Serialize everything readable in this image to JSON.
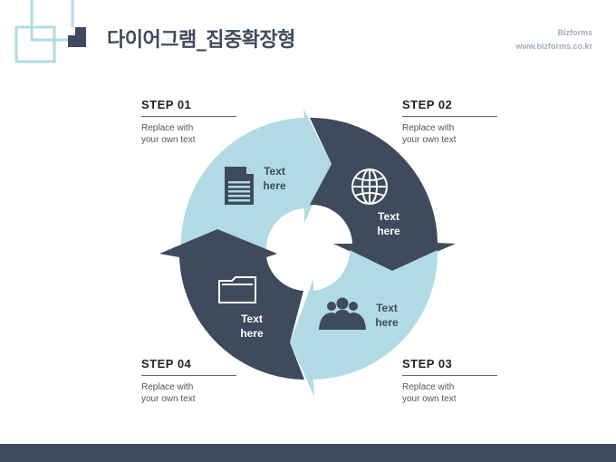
{
  "header": {
    "title": "다이어그램_집중확장형",
    "brand_name": "Bizforms",
    "brand_url": "www.bizforms.co.kr"
  },
  "steps": [
    {
      "title": "STEP  01",
      "desc_line1": "Replace with",
      "desc_line2": "your own text"
    },
    {
      "title": "STEP  02",
      "desc_line1": "Replace with",
      "desc_line2": "your own text"
    },
    {
      "title": "STEP  03",
      "desc_line1": "Replace with",
      "desc_line2": "your own text"
    },
    {
      "title": "STEP  04",
      "desc_line1": "Replace with",
      "desc_line2": "your own text"
    }
  ],
  "segments": [
    {
      "line1": "Text",
      "line2": "here",
      "icon": "document-icon"
    },
    {
      "line1": "Text",
      "line2": "here",
      "icon": "globe-icon"
    },
    {
      "line1": "Text",
      "line2": "here",
      "icon": "people-icon"
    },
    {
      "line1": "Text",
      "line2": "here",
      "icon": "folder-icon"
    }
  ],
  "colors": {
    "dark_navy": "#3f4a5c",
    "light_blue": "#b1dbe4",
    "brand_gray": "#a3adb8"
  }
}
